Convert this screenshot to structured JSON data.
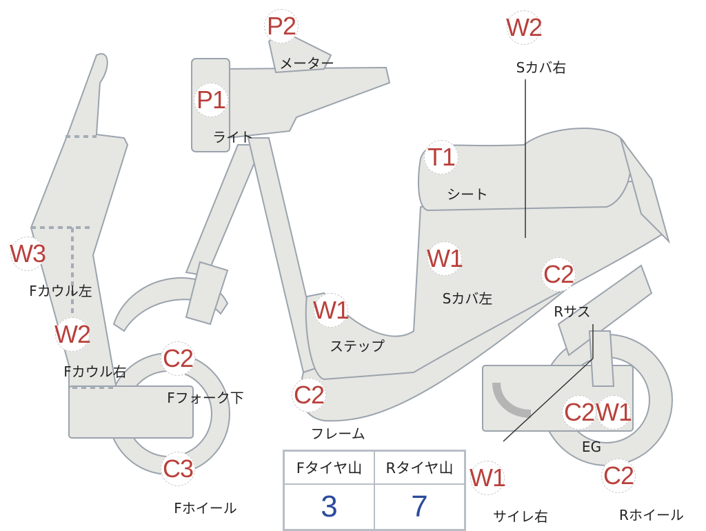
{
  "parts": [
    {
      "code": "P2",
      "label": "メーター"
    },
    {
      "code": "W2",
      "label": "Sカバ右"
    },
    {
      "code": "P1",
      "label": "ライト"
    },
    {
      "code": "T1",
      "label": "シート"
    },
    {
      "code": "W3",
      "label": "Fカウル左"
    },
    {
      "code": "W1",
      "label": "Sカバ左"
    },
    {
      "code": "C2",
      "label": "Rサス"
    },
    {
      "code": "W1",
      "label": "ステップ"
    },
    {
      "code": "W2",
      "label": "Fカウル右"
    },
    {
      "code": "C2",
      "label": "Fフォーク下"
    },
    {
      "code": "C2",
      "label": "フレーム"
    },
    {
      "code": "C2",
      "label": ""
    },
    {
      "code": "W1",
      "label": "EG"
    },
    {
      "code": "C3",
      "label": "Fホイール"
    },
    {
      "code": "W1",
      "label": "サイレ右"
    },
    {
      "code": "C2",
      "label": "Rホイール"
    }
  ],
  "tire_table": {
    "headers": [
      "Fタイヤ山",
      "Rタイヤ山"
    ],
    "values": [
      "3",
      "7"
    ]
  },
  "colors": {
    "body": "#e6e6e2",
    "outline": "#9aa3ad",
    "code": "#b8403b",
    "value": "#2b4b9c"
  }
}
